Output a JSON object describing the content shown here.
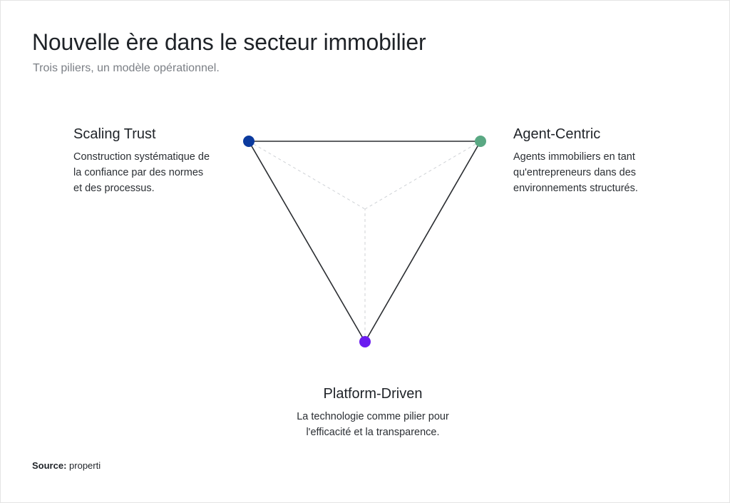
{
  "header": {
    "title": "Nouvelle ère dans le secteur immobilier",
    "subtitle": "Trois piliers, un modèle opérationnel."
  },
  "pillars": {
    "left": {
      "title": "Scaling Trust",
      "lines": [
        "Construction systématique de",
        "la confiance par des normes",
        "et des processus."
      ],
      "color": "#0b3a9e"
    },
    "right": {
      "title": "Agent-Centric",
      "lines": [
        "Agents immobiliers en tant",
        "qu'entrepreneurs dans des",
        "environnements structurés."
      ],
      "color": "#5aa883"
    },
    "bottom": {
      "title": "Platform-Driven",
      "lines": [
        "La technologie comme pilier pour",
        "l'efficacité et la transparence."
      ],
      "color": "#6a1cf0"
    }
  },
  "footer": {
    "source_label": "Source:",
    "source_value": "properti"
  },
  "colors": {
    "edge": "#2a2d31",
    "guide": "#cfd2d6"
  }
}
